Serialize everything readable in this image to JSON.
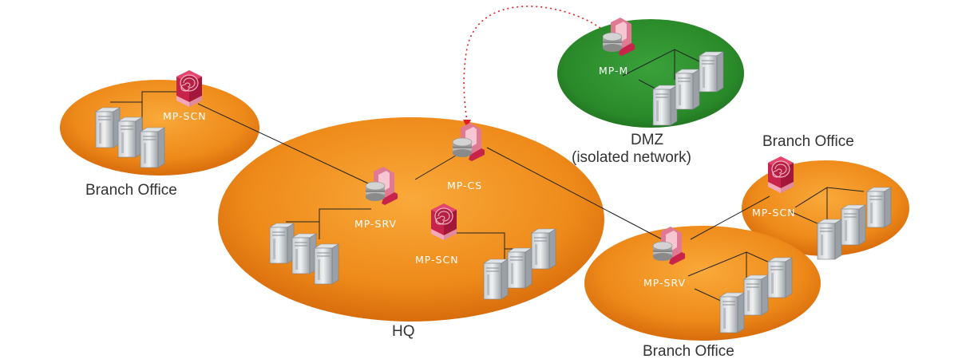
{
  "zones": {
    "branch_left": "Branch Office",
    "hq": "HQ",
    "dmz_title": "DMZ",
    "dmz_subtitle": "(isolated network)",
    "branch_right_top": "Branch Office",
    "branch_right_bottom": "Branch Office"
  },
  "nodes": {
    "scn_left": "MP-SCN",
    "hq_srv": "MP-SRV",
    "hq_cs": "MP-CS",
    "hq_scn": "MP-SCN",
    "dmz_m": "MP-M",
    "scn_right": "MP-SCN",
    "srv_right": "MP-SRV"
  },
  "colors": {
    "orange_zone": "#f08a1e",
    "green_zone": "#2f8f2f",
    "secure_node": "#c8234b",
    "server_node": "#e07a93",
    "link": "#222222",
    "dotted_link": "#e02020"
  }
}
